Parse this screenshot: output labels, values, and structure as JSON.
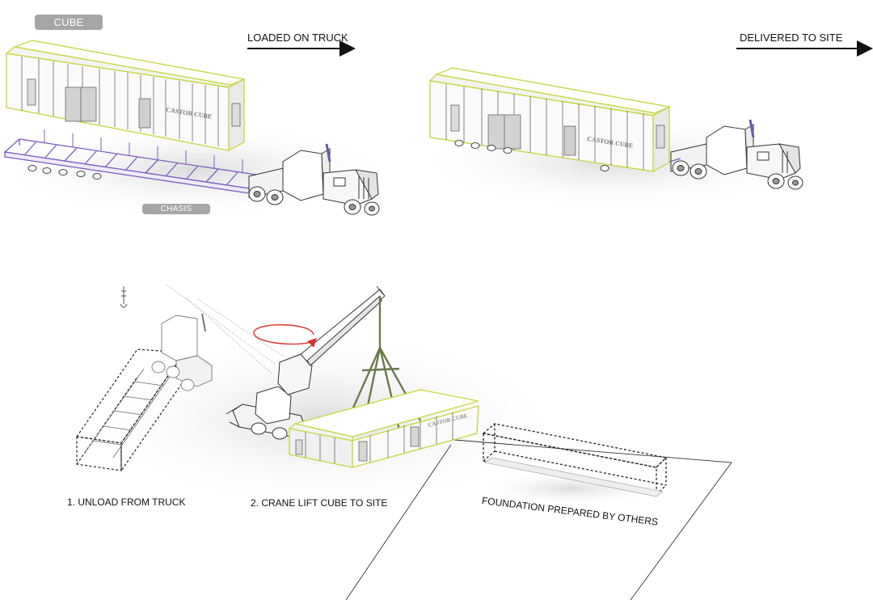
{
  "labels": {
    "cube": "CUBE",
    "chasis": "CHASIS",
    "loaded_on_truck": "LOADED ON TRUCK",
    "delivered_to_site": "DELIVERED TO SITE",
    "step1": "1. UNLOAD FROM TRUCK",
    "step2": "2. CRANE LIFT CUBE TO SITE",
    "foundation": "FOUNDATION PREPARED BY OTHERS"
  },
  "cube_signage": "CASTOR CUBE",
  "colors": {
    "cube_outline": "#c8d84a",
    "chassis_outline": "#7b5fbf",
    "rotation_arrow": "#d9342b",
    "tag_fill": "#a6a6a6",
    "line": "#222222"
  }
}
